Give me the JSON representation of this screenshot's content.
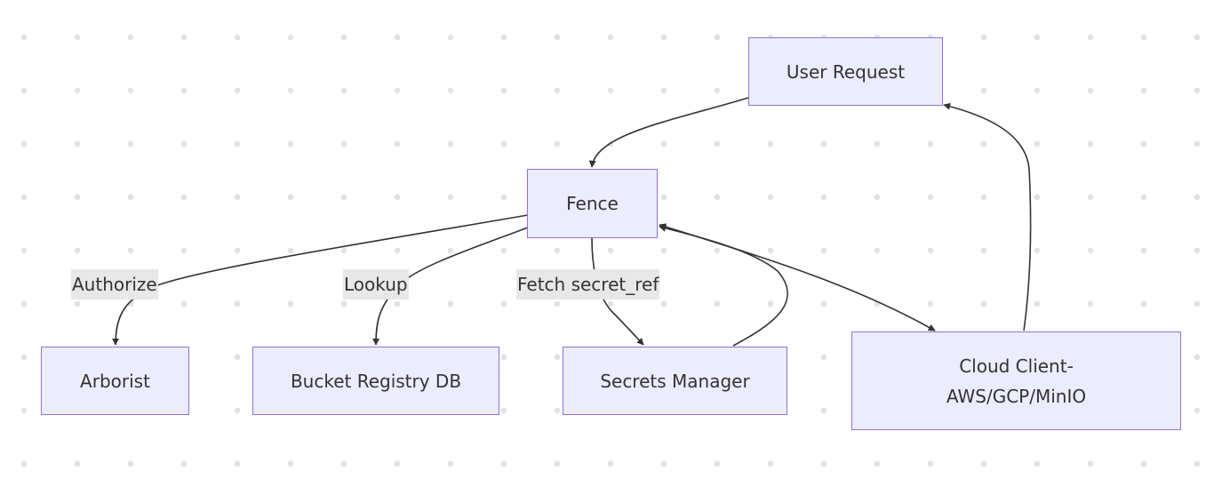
{
  "nodes": {
    "user_request": "User Request",
    "fence": "Fence",
    "arborist": "Arborist",
    "bucket_registry_db": "Bucket Registry DB",
    "secrets_manager": "Secrets Manager",
    "cloud_client": {
      "line1": "Cloud Client-",
      "line2": "AWS/GCP/MinIO"
    }
  },
  "edge_labels": {
    "authorize": "Authorize",
    "lookup": "Lookup",
    "fetch_secret_ref": "Fetch secret_ref"
  },
  "colors": {
    "node_fill": "#ECECFF",
    "node_border": "#9370DB",
    "edge": "#333333",
    "edge_label_bg": "#e8e8e8"
  }
}
